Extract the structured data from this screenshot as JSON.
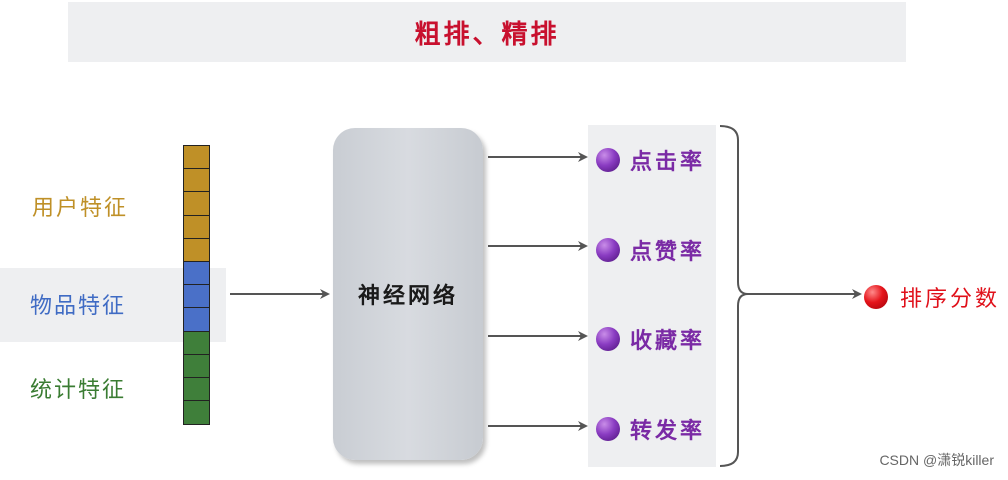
{
  "title": "粗排、精排",
  "features": {
    "user": "用户特征",
    "item": "物品特征",
    "stat": "统计特征"
  },
  "vector": {
    "user_cells": 5,
    "item_cells": 3,
    "stat_cells": 4
  },
  "network": {
    "label": "神经网络"
  },
  "outputs": [
    {
      "label": "点击率"
    },
    {
      "label": "点赞率"
    },
    {
      "label": "收藏率"
    },
    {
      "label": "转发率"
    }
  ],
  "final": {
    "label": "排序分数"
  },
  "watermark": "CSDN @潇锐killer",
  "colors": {
    "title": "#c8102e",
    "user": "#bf9027",
    "item": "#3f6bc4",
    "stat": "#3a7c32",
    "output": "#7a2aa5",
    "final": "#e0101a"
  }
}
